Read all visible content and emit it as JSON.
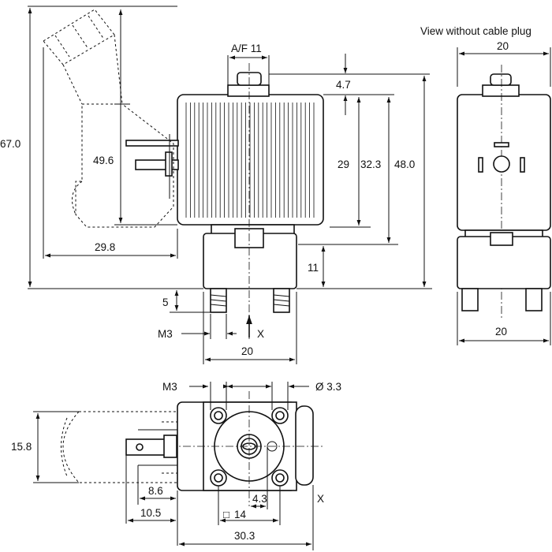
{
  "labels": {
    "view_note": "View without cable plug",
    "af": "A/F 11",
    "x_arrow": "X",
    "x_bottom": "X",
    "m3_side": "M3",
    "m3_bottom": "M3",
    "dia": "Ø 3.3",
    "square_symbol": "□"
  },
  "dimensions": {
    "d_67_0": "67.0",
    "d_49_6": "49.6",
    "d_29_8": "29.8",
    "d_4_7": "4.7",
    "d_29": "29",
    "d_32_3": "32.3",
    "d_48_0": "48.0",
    "d_11": "11",
    "d_5": "5",
    "d_20_front": "20",
    "d_20_right_top": "20",
    "d_20_right_bottom": "20",
    "d_15_8": "15.8",
    "d_8_6": "8.6",
    "d_10_5": "10.5",
    "d_4_3": "4.3",
    "d_14": "14",
    "d_30_3": "30.3"
  }
}
